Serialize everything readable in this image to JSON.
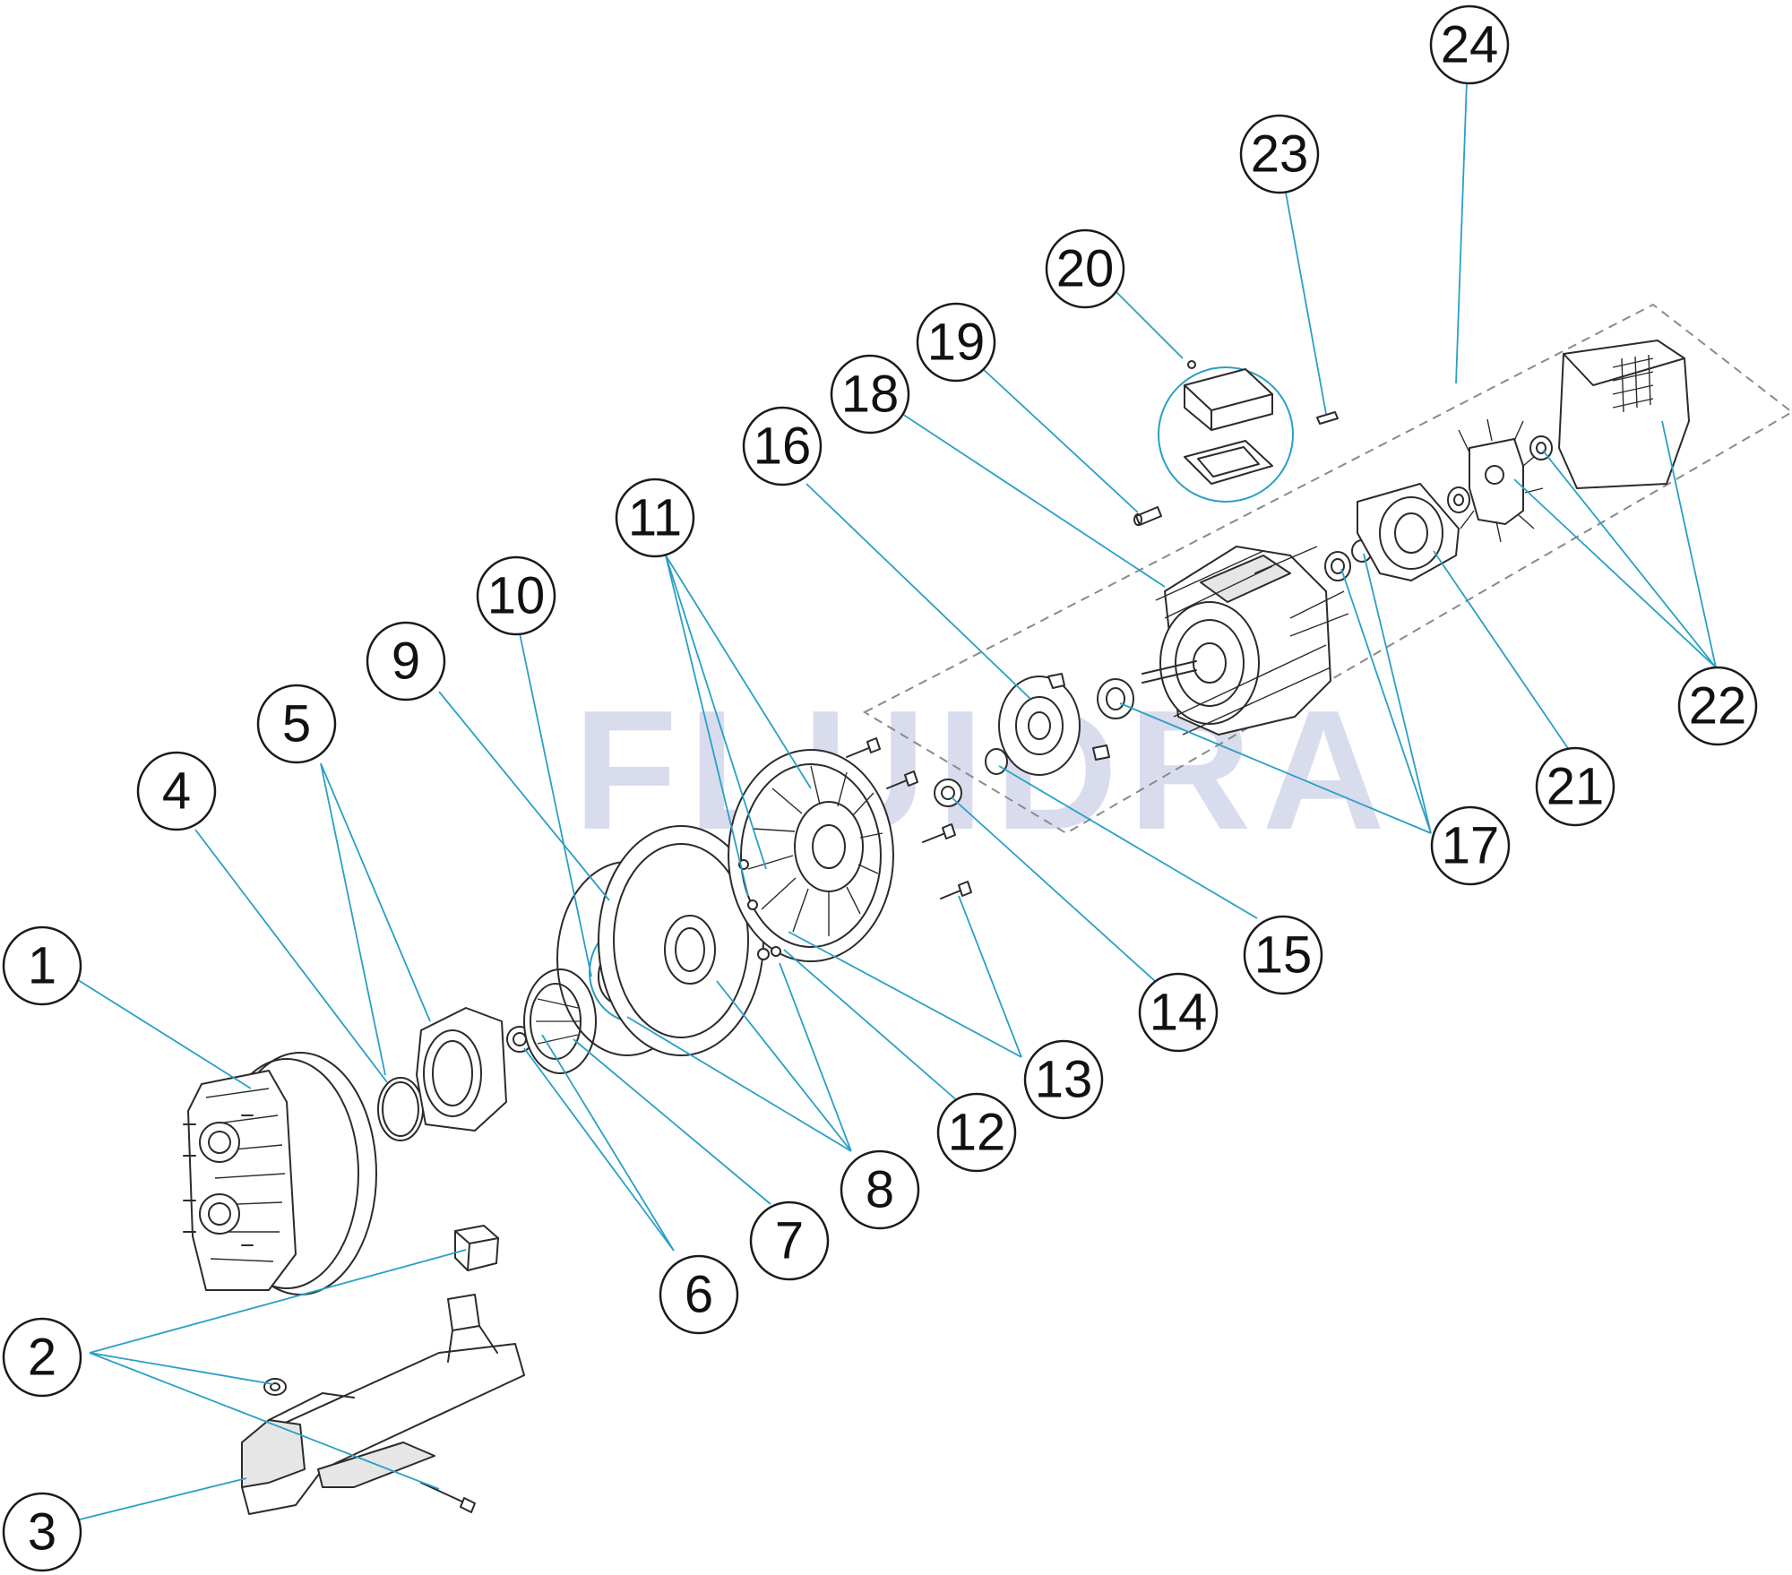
{
  "watermark": "FLUIDRA",
  "colors": {
    "leader": "#2a9fc7",
    "line": "#2b2b2b",
    "bubble_stroke": "#1a1a1a",
    "watermark": "#d9dced"
  },
  "callouts": [
    "1",
    "2",
    "3",
    "4",
    "5",
    "6",
    "7",
    "8",
    "9",
    "10",
    "11",
    "12",
    "13",
    "14",
    "15",
    "16",
    "17",
    "18",
    "19",
    "20",
    "21",
    "22",
    "23",
    "24"
  ]
}
